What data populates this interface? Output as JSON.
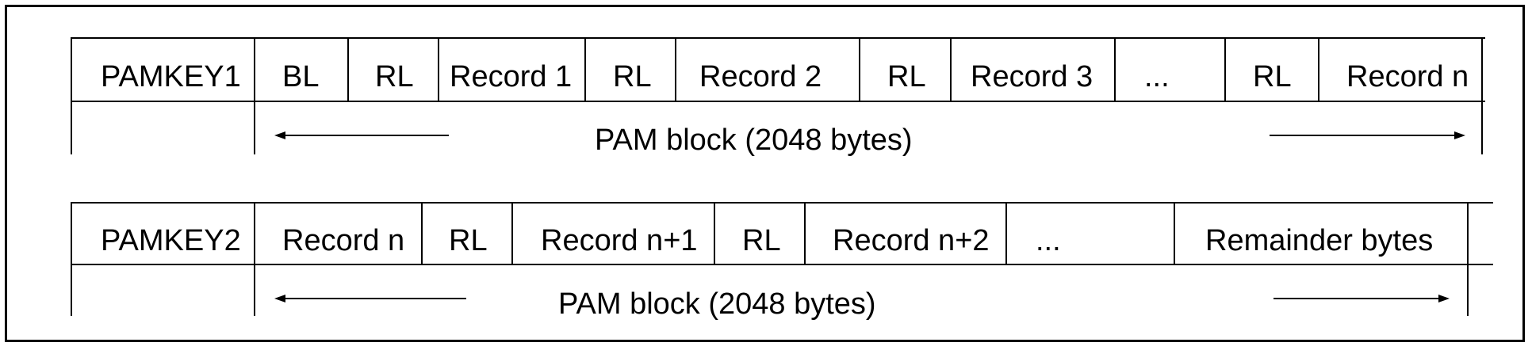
{
  "rows": [
    {
      "cells": [
        "PAMKEY1",
        "BL",
        "RL",
        "Record 1",
        "RL",
        "Record 2",
        "RL",
        "Record 3",
        "...",
        "RL",
        "Record n"
      ],
      "span_label": "PAM block (2048 bytes)"
    },
    {
      "cells": [
        "PAMKEY2",
        "Record n",
        "RL",
        "Record n+1",
        "RL",
        "Record n+2",
        "...",
        "Remainder bytes"
      ],
      "span_label": "PAM block (2048 bytes)"
    }
  ]
}
